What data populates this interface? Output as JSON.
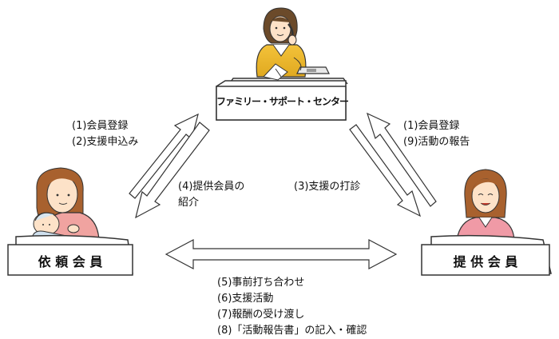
{
  "nodes": {
    "center": "ファミリー・サポート・センター",
    "requester": "依 頼 会 員",
    "provider": "提 供 会 員"
  },
  "labels": {
    "left_1": "(1)会員登録",
    "left_2": "(2)支援申込み",
    "mid_left_1": "(4)提供会員の",
    "mid_left_2": "紹介",
    "mid_right": "(3)支援の打診",
    "right_1": "(1)会員登録",
    "right_2": "(9)活動の報告",
    "bottom_1": "(5)事前打ち合わせ",
    "bottom_2": "(6)支援活動",
    "bottom_3": "(7)報酬の受け渡し",
    "bottom_4": "(8)「活動報告書」の記入・確認"
  },
  "icons": {
    "operator": "telephone-operator-icon",
    "requester": "mother-with-baby-icon",
    "provider": "woman-icon"
  }
}
